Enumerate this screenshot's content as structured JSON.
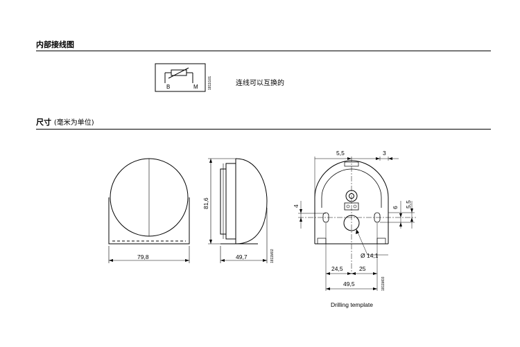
{
  "section_wiring": {
    "title": "内部接线图",
    "note": "连线可以互换的"
  },
  "wiring": {
    "terminal_b": "B",
    "terminal_m": "M",
    "code": "1811G01"
  },
  "section_dimensions": {
    "title": "尺寸",
    "unit_note": "(毫米为单位)"
  },
  "front_view": {
    "width": "79,8",
    "code": "1811M02"
  },
  "side_view": {
    "height": "81,6",
    "depth": "49,7"
  },
  "drilling": {
    "dim_top_left": "5,5",
    "dim_top_right": "3",
    "dim_left": "4",
    "dim_right_a": "6",
    "dim_right_b": "5,5",
    "hole_dia": "Ø 14,1",
    "dim_a": "24,5",
    "dim_b": "25",
    "dim_total": "49,5",
    "code": "1811M03",
    "caption": "Drilling template"
  }
}
